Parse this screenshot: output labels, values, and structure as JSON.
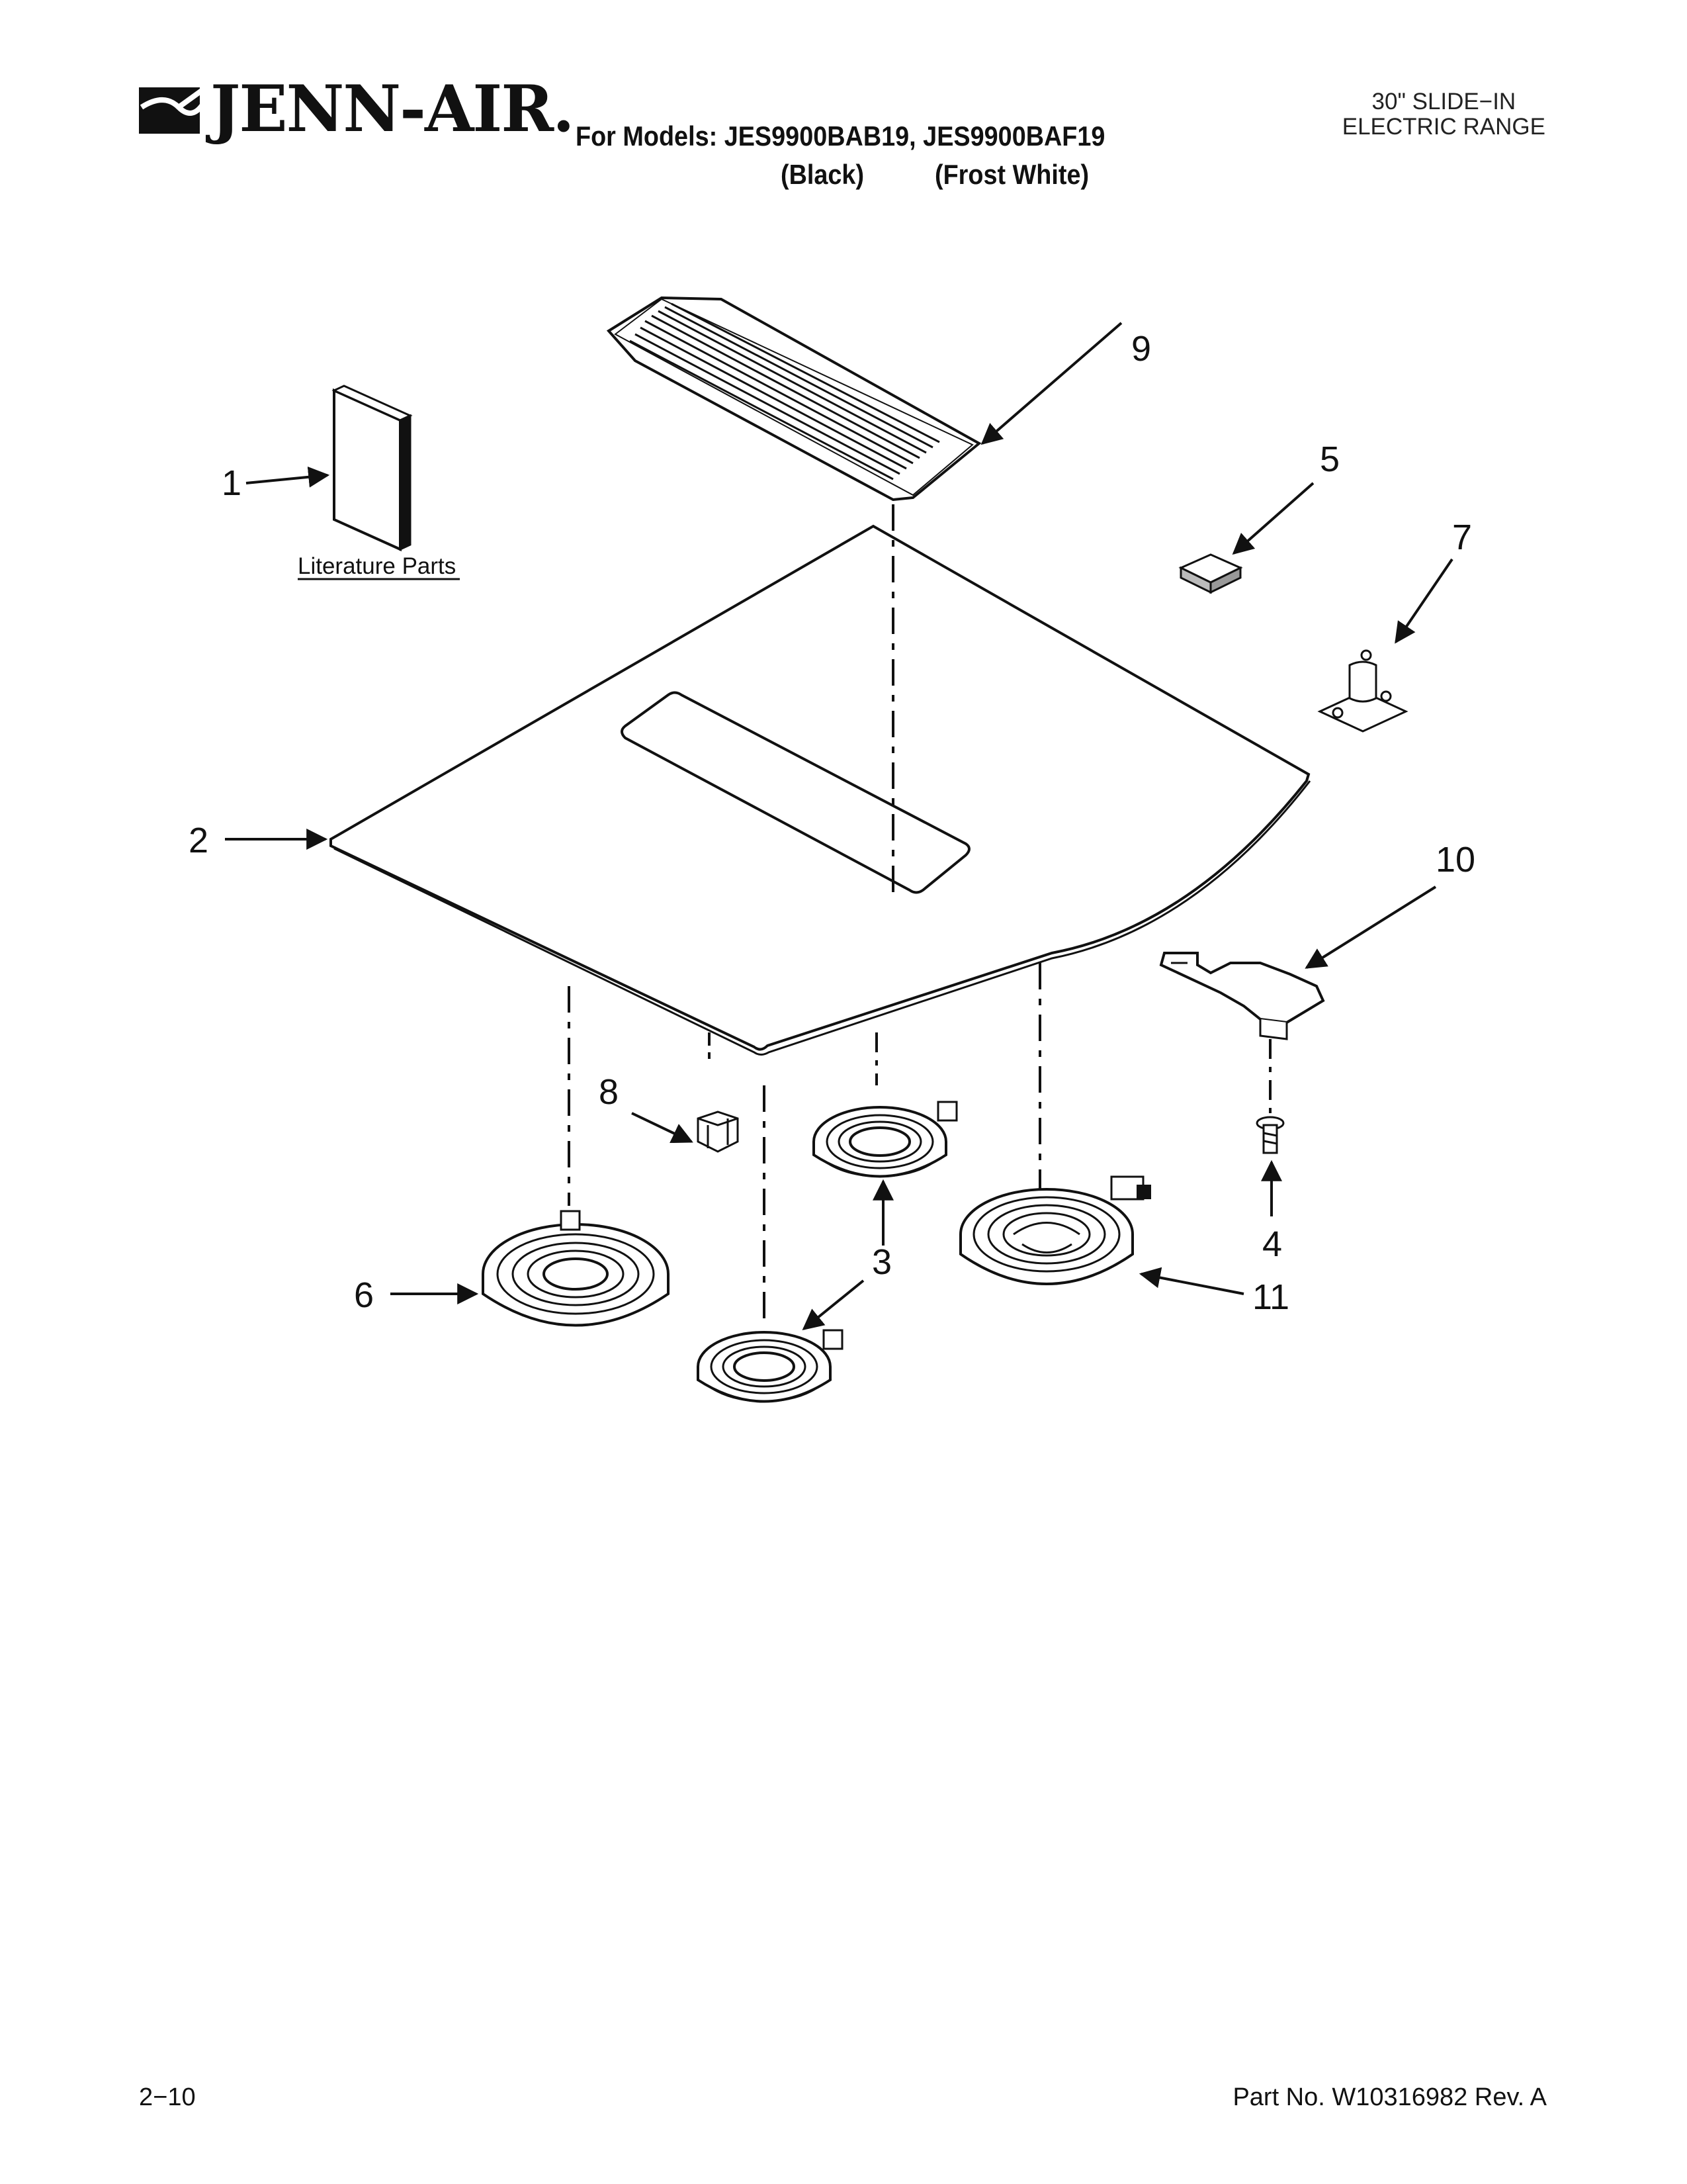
{
  "header": {
    "brand": "JENN-AIR.",
    "models_line": "For Models: JES9900BAB19, JES9900BAF19",
    "color_black": "(Black)",
    "color_white": "(Frost White)",
    "product_type_line1": "30\" SLIDE−IN",
    "product_type_line2": "ELECTRIC RANGE"
  },
  "diagram": {
    "literature_label": "Literature Parts",
    "callouts": [
      "1",
      "2",
      "3",
      "3",
      "4",
      "5",
      "6",
      "7",
      "8",
      "9",
      "10",
      "11"
    ]
  },
  "footer": {
    "page_number": "2−10",
    "part_number": "Part No. W10316982 Rev. A"
  }
}
